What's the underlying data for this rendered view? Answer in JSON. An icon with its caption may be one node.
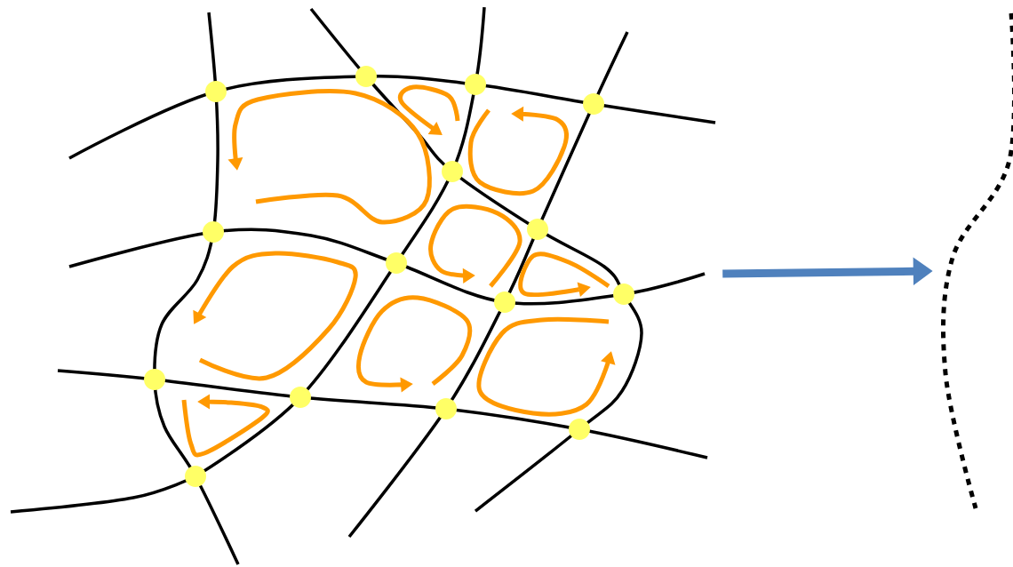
{
  "diagram": {
    "nodes": [
      {
        "text": [],
        "shape": "picture"
      },
      {
        "text": [],
        "shape": "picture"
      }
    ],
    "edges": [
      {
        "from": 0,
        "to": 1,
        "arrow": "to",
        "color": "#4f81bd"
      }
    ]
  }
}
